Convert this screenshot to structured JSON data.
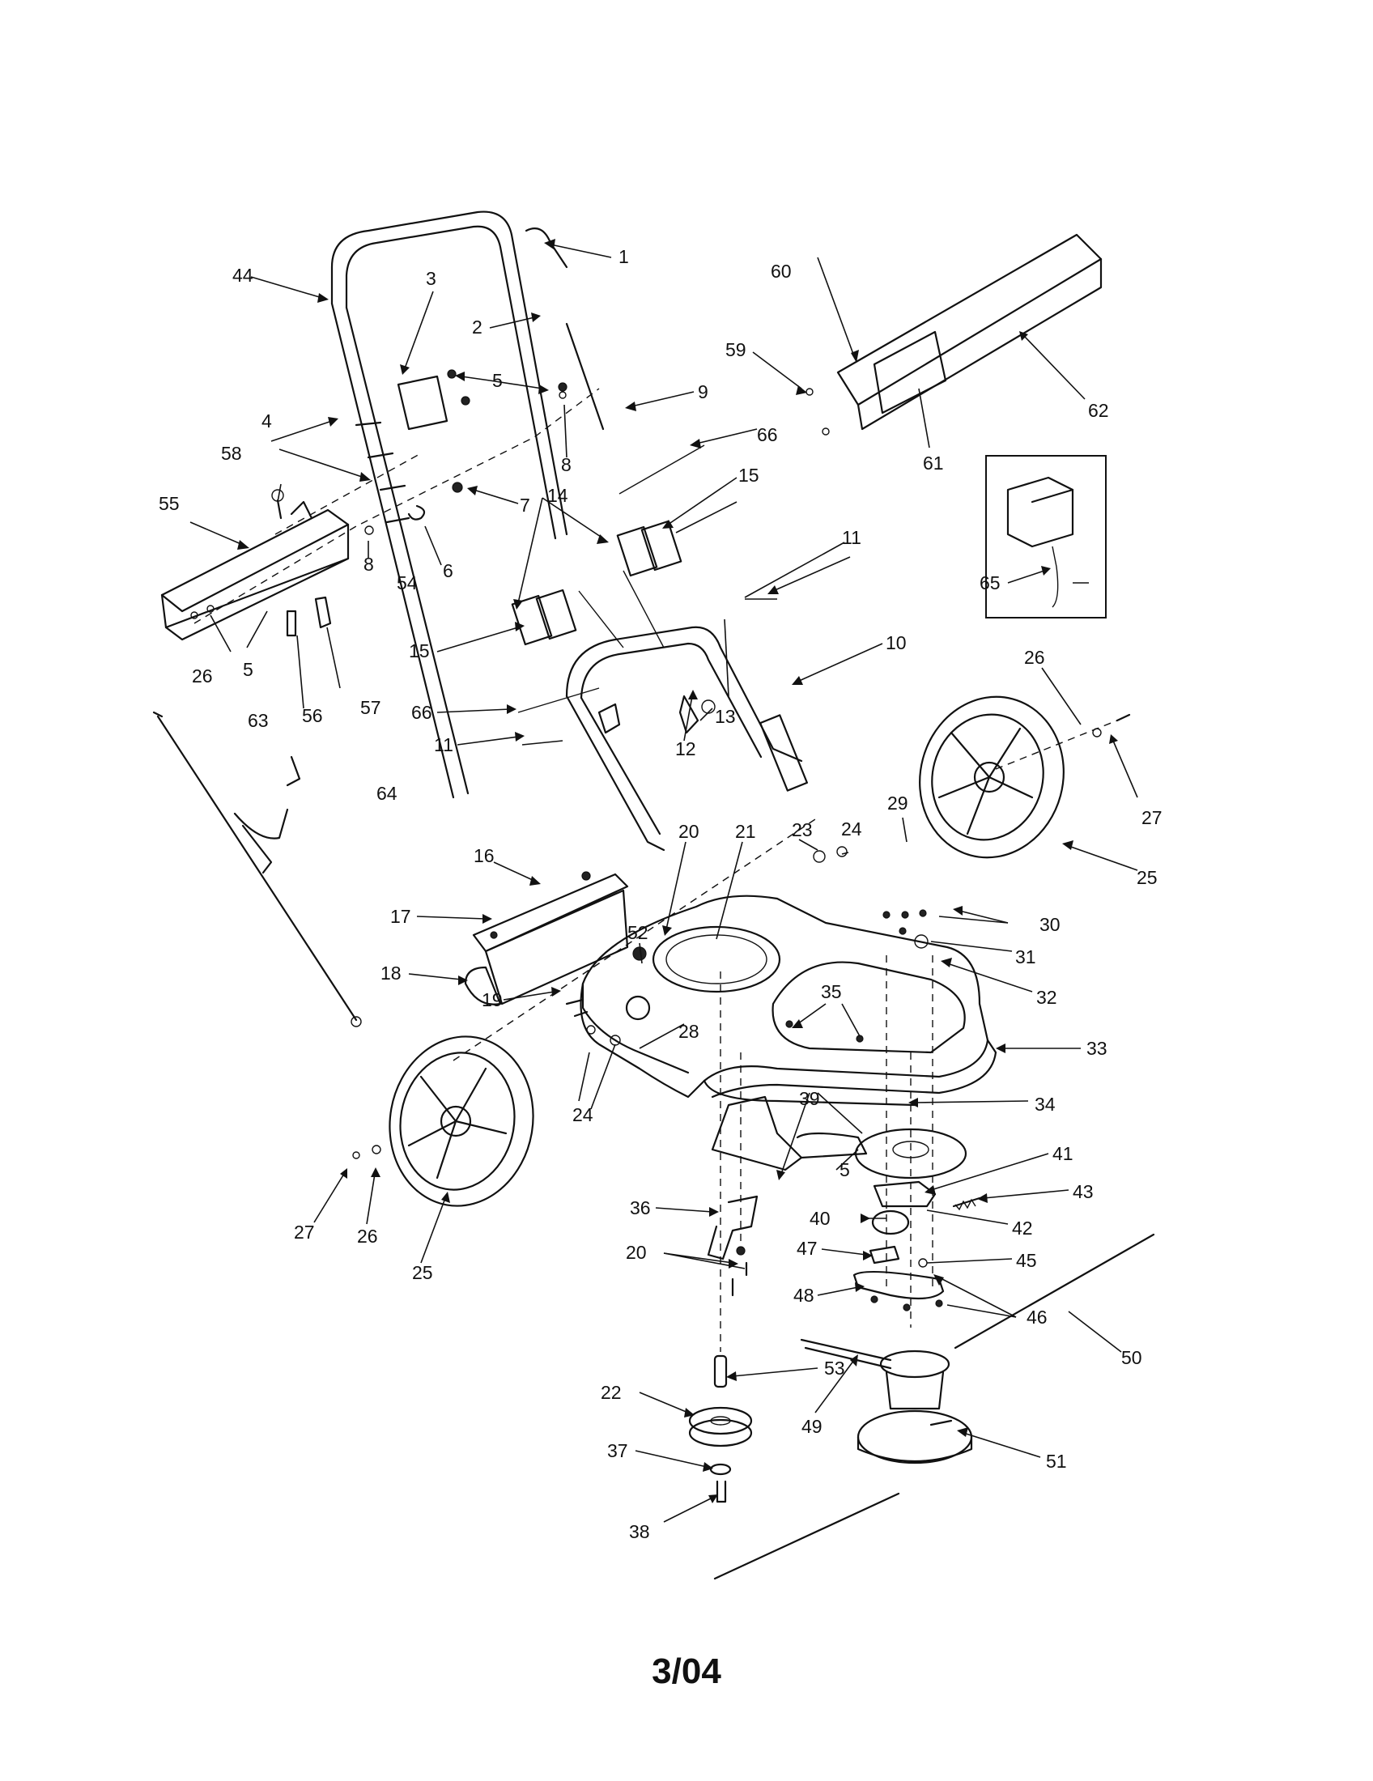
{
  "footer_code": "3/04",
  "callouts": [
    "1",
    "2",
    "3",
    "4",
    "5",
    "5",
    "5",
    "5",
    "6",
    "7",
    "8",
    "8",
    "9",
    "10",
    "11",
    "11",
    "12",
    "13",
    "14",
    "15",
    "15",
    "16",
    "17",
    "18",
    "19",
    "20",
    "20",
    "21",
    "22",
    "23",
    "24",
    "24",
    "25",
    "25",
    "26",
    "26",
    "26",
    "27",
    "27",
    "28",
    "29",
    "30",
    "31",
    "32",
    "33",
    "34",
    "35",
    "36",
    "37",
    "38",
    "39",
    "40",
    "41",
    "42",
    "43",
    "45",
    "46",
    "47",
    "48",
    "49",
    "50",
    "51",
    "52",
    "53",
    "44",
    "54",
    "55",
    "56",
    "57",
    "58",
    "59",
    "60",
    "61",
    "62",
    "63",
    "64",
    "65",
    "66",
    "66"
  ]
}
